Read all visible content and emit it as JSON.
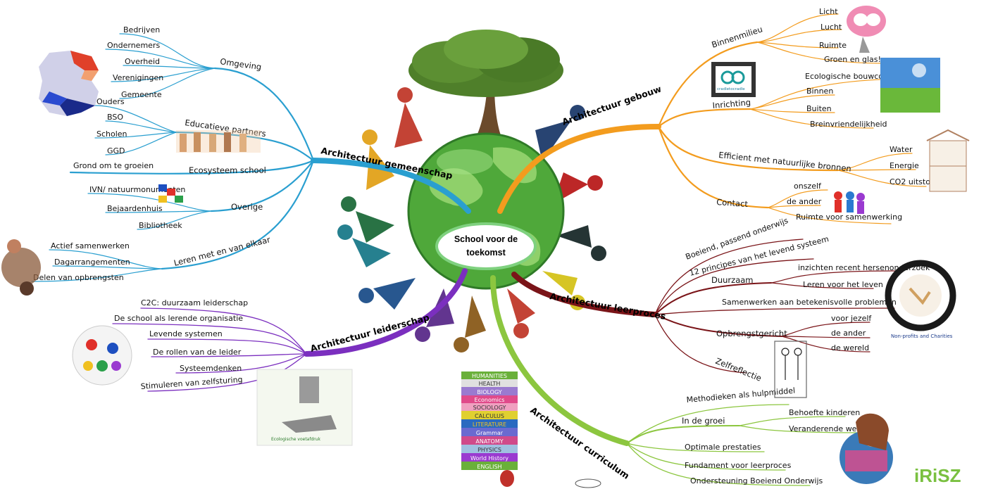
{
  "center": {
    "line1": "School voor de",
    "line2": "toekomst"
  },
  "colors": {
    "gemeenschap": "#2a9fd0",
    "gebouw": "#f39c1e",
    "leerproces": "#7a1418",
    "leiderschap": "#7b2fbf",
    "curriculum": "#8cc63f"
  },
  "branches": {
    "gemeenschap": {
      "label": "Architectuur gemeenschap",
      "omgeving": {
        "label": "Omgeving",
        "items": [
          "Bedrijven",
          "Ondernemers",
          "Overheid",
          "Verenigingen",
          "Gemeente"
        ]
      },
      "educatieve": {
        "label": "Educatieve partners",
        "items": [
          "Ouders",
          "BSO",
          "Scholen",
          "GGD"
        ]
      },
      "ecosysteem": {
        "label": "Ecosysteem school",
        "items": [
          "Grond om te groeien"
        ]
      },
      "overige": {
        "label": "Overige",
        "items": [
          "IVN/ natuurmonumenten",
          "Bejaardenhuis",
          "Bibliotheek"
        ]
      },
      "leren": {
        "label": "Leren met en van elkaar",
        "items": [
          "Actief samenwerken",
          "Dagarrangementen",
          "Delen van opbrengsten"
        ]
      }
    },
    "gebouw": {
      "label": "Architectuur gebouw",
      "binnenmilieu": {
        "label": "Binnenmilieu",
        "items": [
          "Licht",
          "Lucht",
          "Ruimte",
          "Groen en glas!"
        ]
      },
      "inrichting": {
        "label": "Inrichting",
        "items": [
          "Ecologische bouwconcepten",
          "Binnen",
          "Buiten",
          "Breinvriendelijkheid"
        ]
      },
      "efficient": {
        "label": "Efficient met natuurlijke bronnen",
        "items": [
          "Water",
          "Energie",
          "CO2 uitstoot"
        ]
      },
      "contact": {
        "label": "Contact",
        "items": [
          "onszelf",
          "de ander",
          "Ruimte voor samenwerking"
        ]
      }
    },
    "leerproces": {
      "label": "Architectuur leerproces",
      "boeiend": "Boeiend, passend onderwijs",
      "principes": "12 principes van het levend systeem",
      "duurzaam": {
        "label": "Duurzaam",
        "items": [
          "inzichten recent hersenonderzoek",
          "Leren voor het leven"
        ]
      },
      "samenwerken": "Samenwerken aan betekenisvolle problemen",
      "opbrengst": {
        "label": "Opbrengstgericht",
        "items": [
          "voor jezelf",
          "de ander",
          "de wereld"
        ]
      },
      "zelfreflectie": "Zelfreflectie"
    },
    "leiderschap": {
      "label": "Architectuur leiderschap",
      "items": [
        "C2C: duurzaam leiderschap",
        "De school als lerende organisatie",
        "Levende systemen",
        "De rollen van de leider",
        "Systeemdenken",
        "Stimuleren van zelfsturing"
      ]
    },
    "curriculum": {
      "label": "Architectuur curriculum",
      "methodieken": "Methodieken als hulpmiddel",
      "groei": {
        "label": "In de groei",
        "items": [
          "Behoefte kinderen",
          "Veranderende wereld"
        ]
      },
      "optimale": "Optimale prestaties",
      "fundament": "Fundament voor leerproces",
      "ondersteuning": "Ondersteuning Boeiend Onderwijs"
    }
  },
  "books": [
    "HUMANITIES",
    "HEALTH",
    "BIOLOGY",
    "Economics",
    "SOCIOLOGY",
    "CALCULUS",
    "LITERATURE",
    "Grammar",
    "ANATOMY",
    "PHYSICS",
    "World History",
    "ENGLISH"
  ],
  "logos": {
    "cradle": "cradletocradle",
    "irisz": "iRiSZ",
    "hands_caption": "Non-profits and Charities",
    "eco": "Ecologische voetafdruk"
  },
  "icons": [
    "netherlands-map-icon",
    "brain-icon",
    "sky-field-icon",
    "house-icon",
    "hands-raised-icon",
    "people-icon",
    "hands-circle-icon",
    "books-stack-icon",
    "girl-globe-icon",
    "molecule-ball-icon",
    "foot-city-icon",
    "lego-icon",
    "figures-icon"
  ]
}
